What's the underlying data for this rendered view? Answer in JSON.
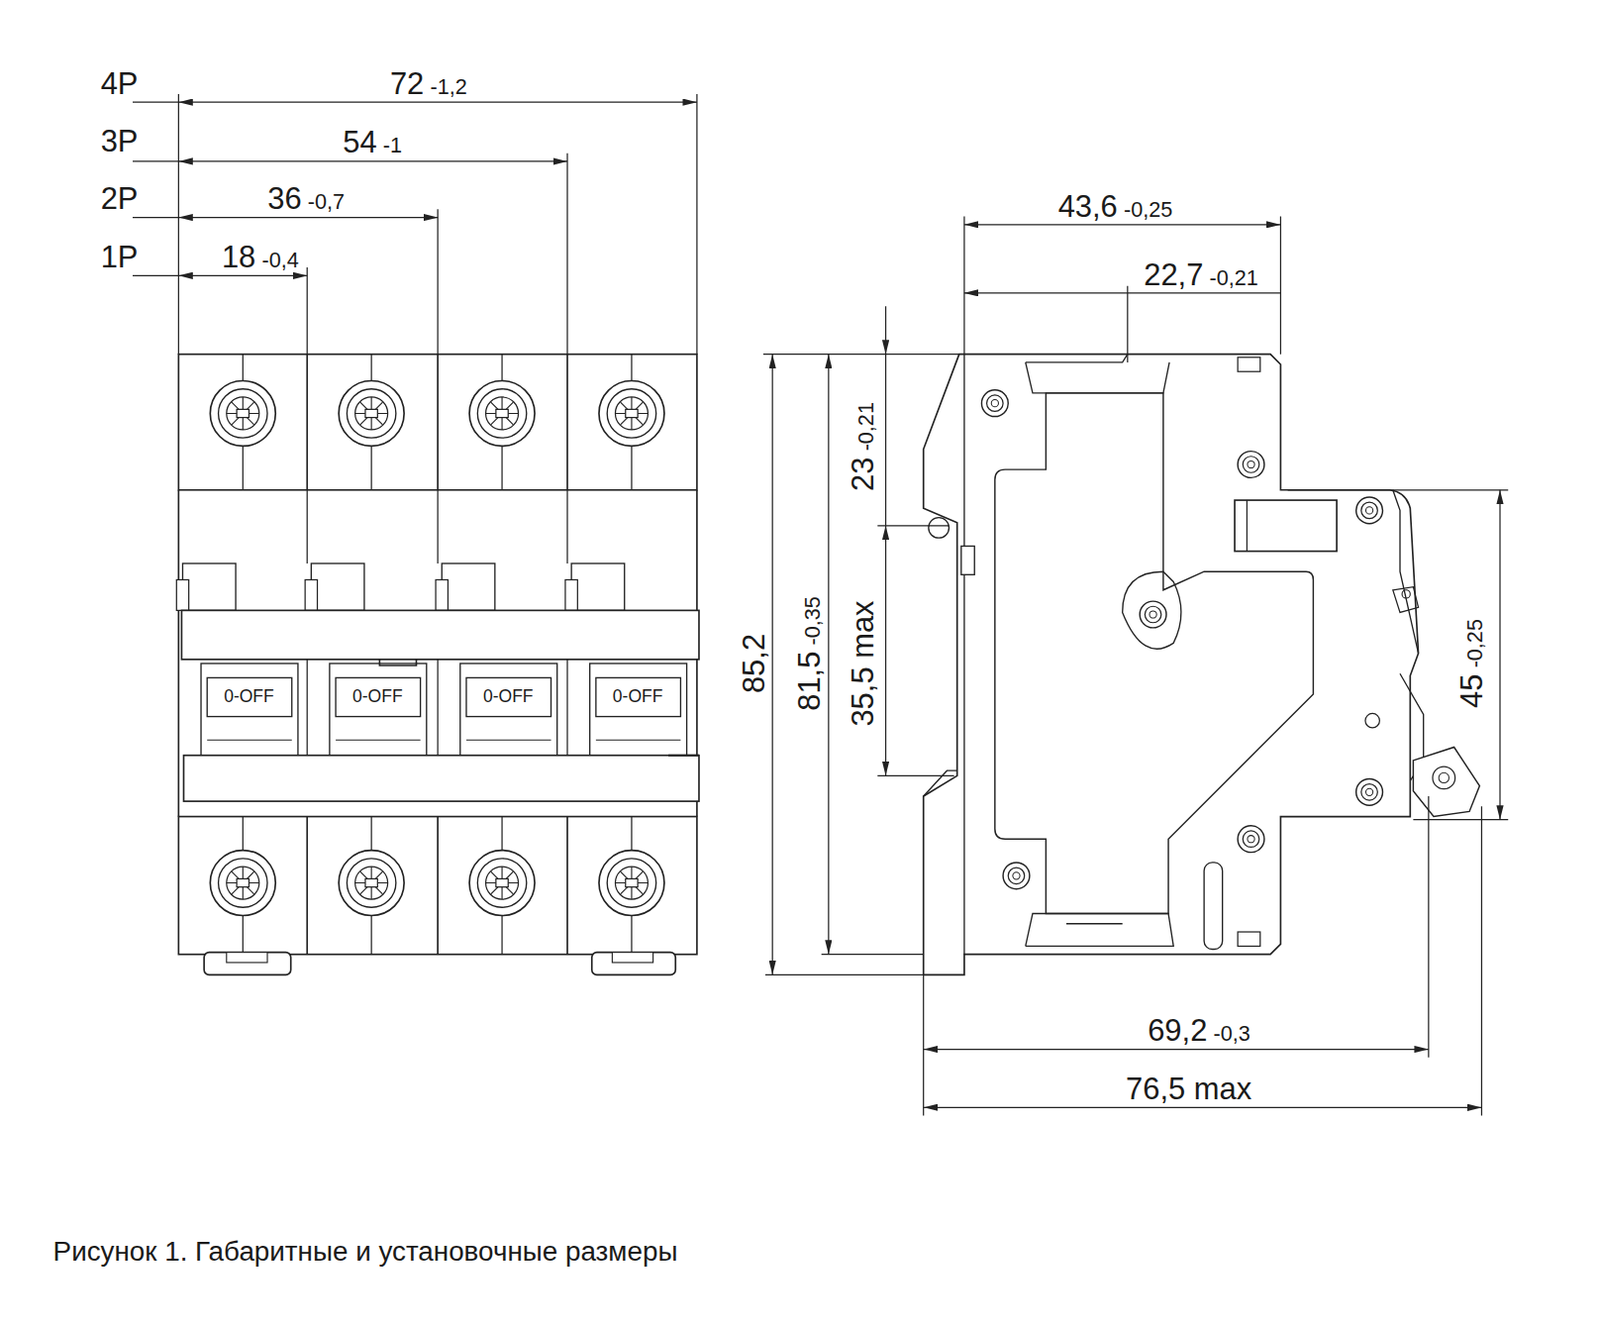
{
  "diagram": {
    "caption": "Рисунок 1. Габаритные и установочные размеры",
    "labels": [
      "4P",
      "72",
      "-1,2",
      "3P",
      "54",
      "-1",
      "2P",
      "36",
      "-0,7",
      "1P",
      "18",
      "-0,4",
      "0-OFF",
      "0-OFF",
      "0-OFF",
      "0-OFF",
      "43,6",
      "-0,25",
      "22,7",
      "-0,21",
      "23",
      "-0,21",
      "35,5 max",
      "81,5",
      "-0,35",
      "85,2",
      "45",
      "-0,25",
      "69,2",
      "-0,3",
      "76,5 max"
    ]
  }
}
